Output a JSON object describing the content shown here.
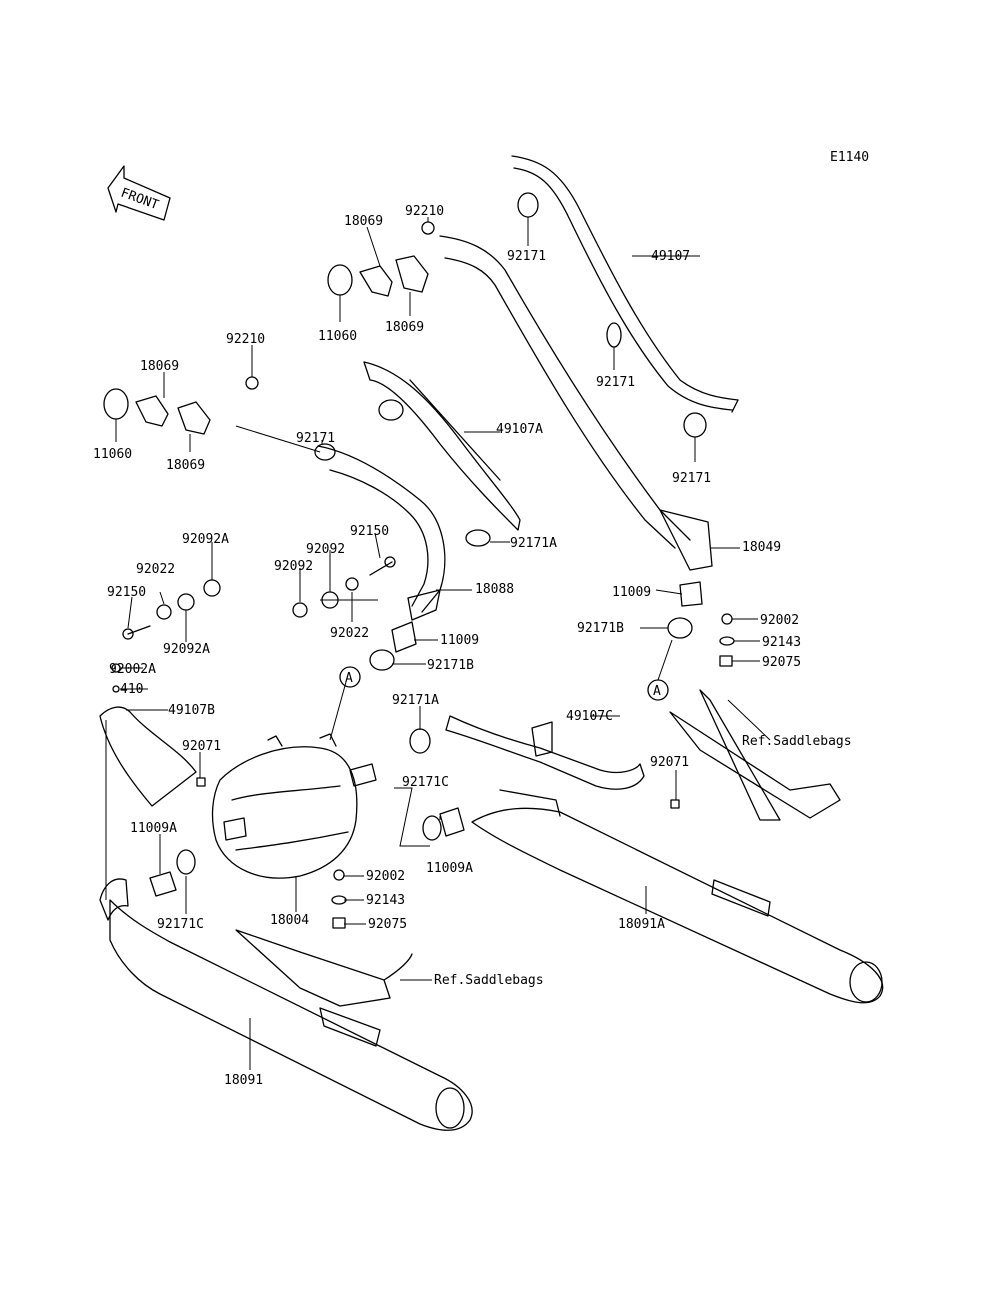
{
  "diagram_code": "E1140",
  "front_label": "FRONT",
  "reference_marker": "A",
  "labels": [
    "18069",
    "92210",
    "11060",
    "18069",
    "92171",
    "49107",
    "92171",
    "92171",
    "92210",
    "18069",
    "11060",
    "18069",
    "92171",
    "49107A",
    "92171A",
    "18049",
    "92092A",
    "92150",
    "92022",
    "92092",
    "92092",
    "92150",
    "92092A",
    "92022",
    "18088",
    "11009",
    "11009",
    "92171B",
    "92002A",
    "92171B",
    "410",
    "49107B",
    "92002",
    "92143",
    "92075",
    "92171A",
    "49107C",
    "Ref.Saddlebags",
    "92071",
    "92071",
    "92171C",
    "11009A",
    "11009A",
    "92171C",
    "92002",
    "92143",
    "18004",
    "92075",
    "18091A",
    "Ref.Saddlebags",
    "18091"
  ]
}
